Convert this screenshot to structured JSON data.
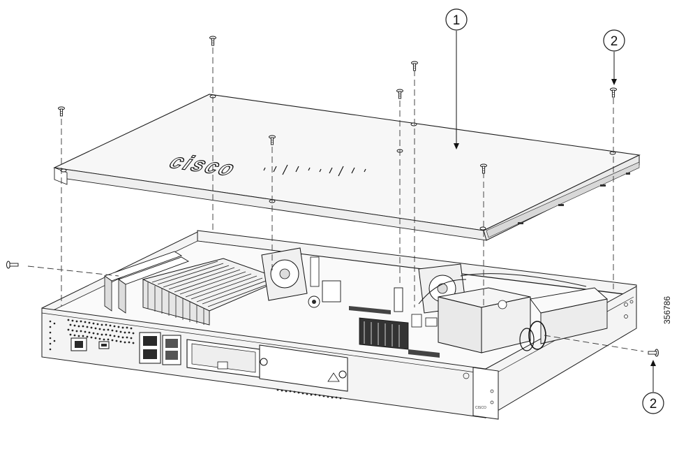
{
  "callouts": {
    "cover": "1",
    "screws_top": "2",
    "screws_side": "2"
  },
  "lid_logo_text": "cisco",
  "figure_id": "356786"
}
